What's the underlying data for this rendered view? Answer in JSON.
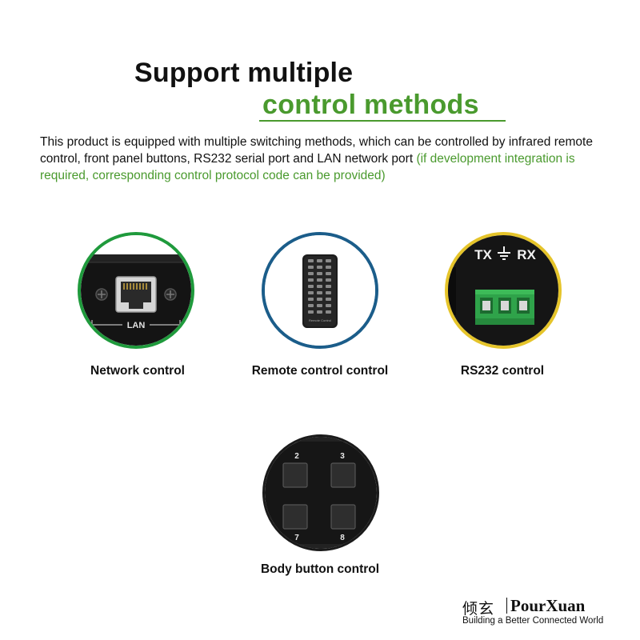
{
  "header": {
    "title_line1": "Support multiple",
    "title_line2": "control methods",
    "accent_color": "#4a9a2e"
  },
  "description": {
    "text_main": "This product is equipped with multiple switching methods, which can be controlled by infrared remote control, front panel buttons, RS232 serial port and LAN network port ",
    "text_highlight": "(if development integration is required, corresponding control protocol code can be provided)"
  },
  "methods": [
    {
      "label": "Network control",
      "icon": "lan-port-icon",
      "border_color": "#1f9a3c",
      "port_label": "LAN"
    },
    {
      "label": "Remote control control",
      "icon": "remote-control-icon",
      "border_color": "#1b5d8a",
      "device_text": "Remote Control"
    },
    {
      "label": "RS232 control",
      "icon": "rs232-terminal-icon",
      "border_color": "#e5c42a",
      "port_tx": "TX",
      "port_rx": "RX"
    },
    {
      "label": "Body button control",
      "icon": "panel-buttons-icon",
      "border_color": "#1a1a1a",
      "buttons": [
        "2",
        "3",
        "7",
        "8"
      ]
    }
  ],
  "brand": {
    "name_cn": "倾玄",
    "name_en": "PourXuan",
    "tagline": "Building a Better Connected World"
  }
}
